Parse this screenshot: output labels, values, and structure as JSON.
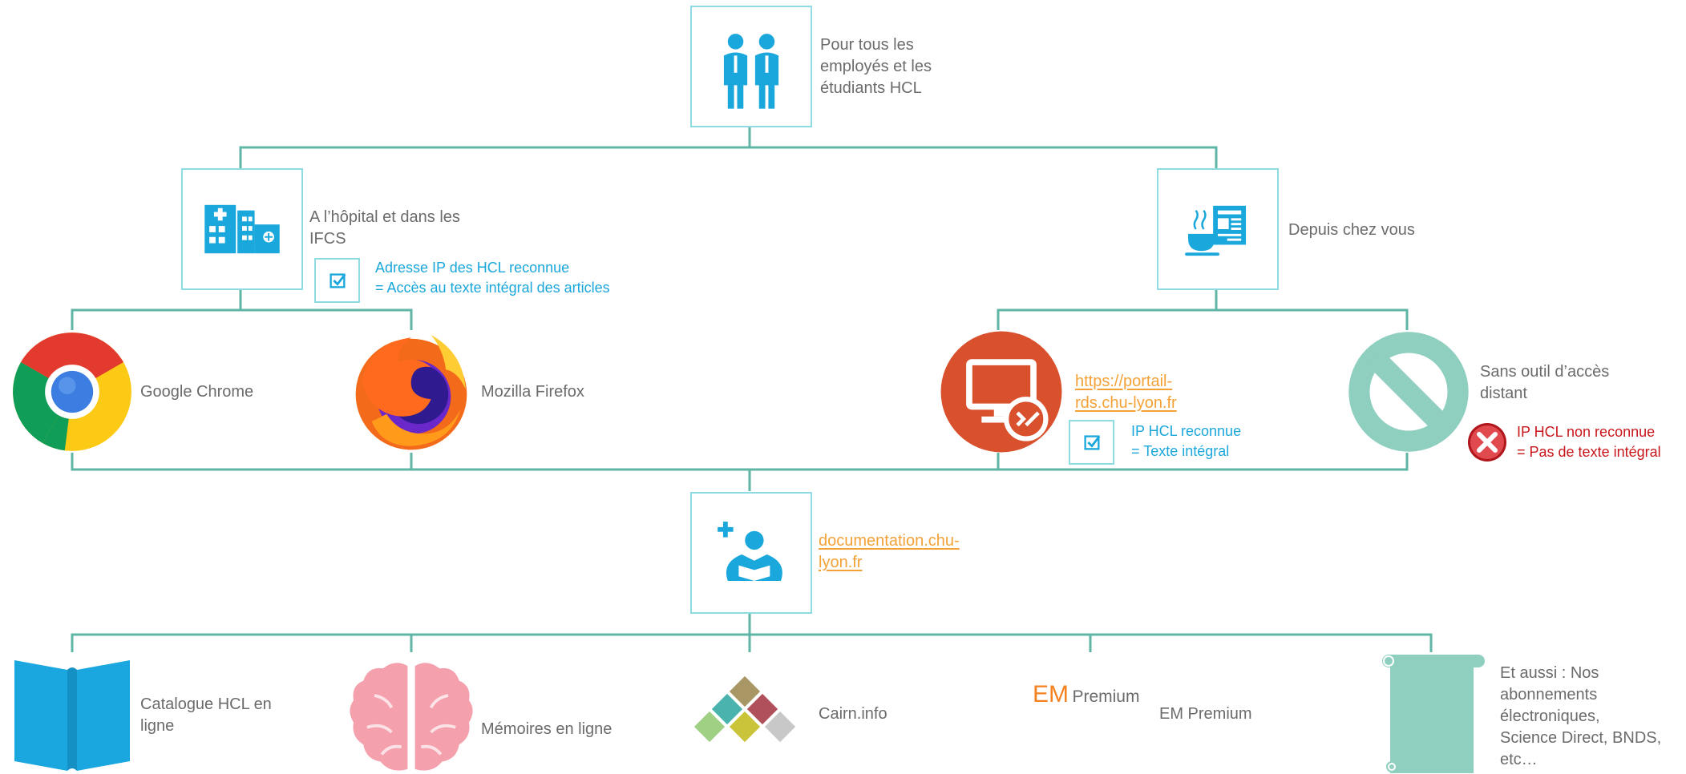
{
  "root": {
    "label": "Pour tous les\nemployés et les\nétudiants HCL"
  },
  "hospital": {
    "label": "A l’hôpital et dans les\nIFCS",
    "check_line1": "Adresse IP des HCL reconnue",
    "check_line2": "= Accès au texte intégral des articles"
  },
  "home": {
    "label": "Depuis chez vous"
  },
  "browsers": {
    "chrome": "Google Chrome",
    "firefox": "Mozilla Firefox"
  },
  "remote": {
    "link": "https://portail-\nrds.chu-lyon.fr",
    "check_line1": "IP HCL reconnue",
    "check_line2": "= Texte intégral"
  },
  "noaccess": {
    "label": "Sans outil d’accès\ndistant",
    "line1": "IP HCL non reconnue",
    "line2": "= Pas de texte intégral"
  },
  "doc": {
    "link": "documentation.chu-\nlyon.fr"
  },
  "resources": {
    "catalogue": "Catalogue HCL en\nligne",
    "memoires": "Mémoires en ligne",
    "cairn": "Cairn.info",
    "em_logo_em": "EM",
    "em_logo_word": "Premium",
    "em": "EM Premium",
    "other": "Et aussi : Nos\nabonnements\nélectroniques,\nScience Direct, BNDS,\netc…"
  },
  "colors": {
    "connector": "#5fb5a6",
    "box_border": "#8fdbe4",
    "icon_blue": "#1aa7dc",
    "link_orange": "#f4a136",
    "remote_red": "#d9512c",
    "noaccess_teal": "#8ecfc0",
    "error_red": "#c8161d",
    "book_blue": "#1aa7e0",
    "brain_pink": "#f4a0ad"
  },
  "icons": {
    "root": "doctors-icon",
    "hospital": "hospital-icon",
    "home": "coffee-newspaper-icon",
    "chrome": "chrome-logo-icon",
    "firefox": "firefox-logo-icon",
    "remote": "remote-desktop-icon",
    "noaccess": "prohibited-icon",
    "error": "error-x-icon",
    "doc": "reader-icon",
    "catalogue": "open-book-icon",
    "memoires": "brain-icon",
    "cairn": "cairn-diamond-icon",
    "other": "scroll-icon"
  }
}
